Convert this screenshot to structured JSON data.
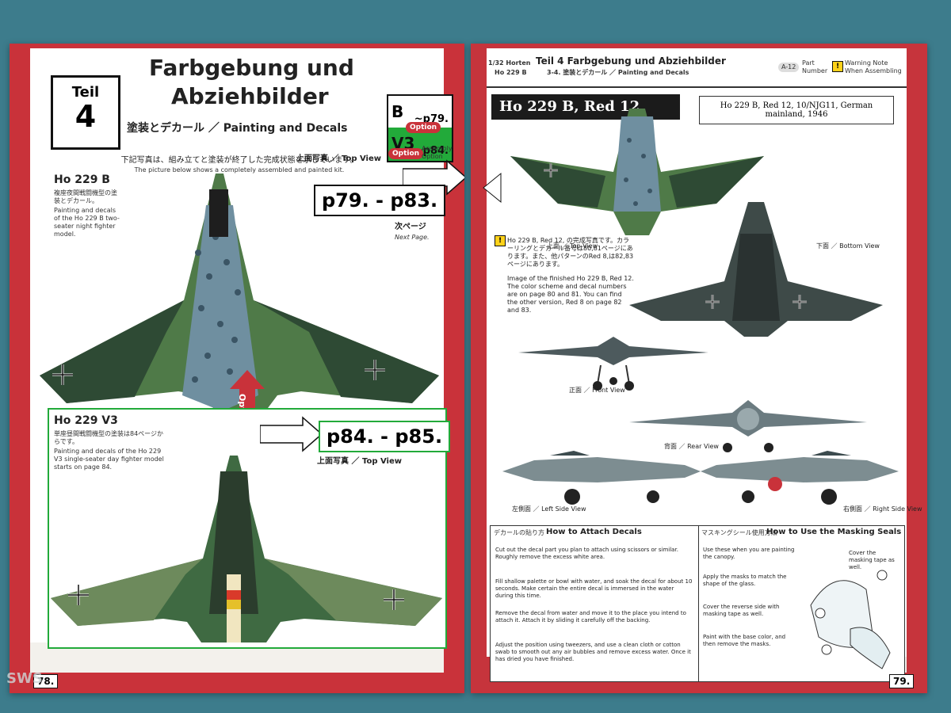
{
  "left_page": {
    "teil_label": "Teil",
    "teil_number": "4",
    "title_line1": "Farbgebung und",
    "title_line2": "Abziehbilder",
    "subtitle": "塗装とデカール ／ Painting and Decals",
    "version_box": {
      "b_label": "B",
      "b_pages": "~p79.",
      "option_label": "Option",
      "v3_label": "V3",
      "v3_pages": "~p84."
    },
    "intro_jp": "下記写真は、組み立てと塗装が終了した完成状態を示しています。",
    "intro_en": "The picture below shows a completely assembled and painted kit.",
    "assembly_option": "Assembly Option",
    "b_section": {
      "title": "Ho 229 B",
      "desc_jp": "複座夜間戦闘機型の塗装とデカール。",
      "desc_en": "Painting and decals of the Ho 229 B two-seater night fighter model.",
      "top_view": "上面写真 ／ Top View",
      "pages": "p79. - p83.",
      "next_page_jp": "次ページ",
      "next_page_en": "Next Page."
    },
    "option_arrow": "Option",
    "v3_section": {
      "title": "Ho 229 V3",
      "desc_jp": "単座昼間戦闘機型の塗装は84ページからです。",
      "desc_en": "Painting and decals of the Ho 229 V3 single-seater day fighter model starts on page 84.",
      "pages": "p84. - p85.",
      "top_view": "上面写真 ／ Top View"
    },
    "page_number": "78."
  },
  "right_page": {
    "scale": "1/32 Horten",
    "model": "Ho 229 B",
    "header_title": "Teil 4  Farbgebung und Abziehbilder",
    "header_sub": "3-4. 塗装とデカール ／ Painting and Decals",
    "part_number_label": "Part Number",
    "warning_label": "Warning Note When Assembling",
    "part_ref": "A-12",
    "banner": "Ho 229 B, Red 12,",
    "caption": "Ho 229 B, Red 12, 10/NJG11, German mainland, 1946",
    "note_jp": "Ho 229 B, Red 12, の完成写真です。カラーリングとデカール番号は80,81ページにあります。また、他パターンのRed 8,は82,83ページにあります。",
    "note_en": "Image of the finished Ho 229 B, Red 12. The color scheme and decal numbers are on page 80 and 81. You can find the other version, Red 8 on page 82 and 83.",
    "views": {
      "top": "上面 ／ Top View",
      "bottom": "下面 ／ Bottom View",
      "front": "正面 ／ Front View",
      "rear": "背面 ／ Rear View",
      "left": "左側面 ／ Left Side View",
      "right": "右側面 ／ Right Side View"
    },
    "decals": {
      "title_jp": "デカールの貼り方",
      "title": "How to Attach Decals",
      "steps": [
        "Cut out the decal part you plan to attach using scissors or similar. Roughly remove the excess white area.",
        "Fill shallow palette or bowl with water, and soak the decal for about 10 seconds. Make certain the entire decal is immersed in the water during this time.",
        "Remove the decal from water and move it to the place you intend to attach it. Attach it by sliding it carefully off the backing.",
        "Adjust the position using tweezers, and use a clean cloth or cotton swab to smooth out any air bubbles and remove excess water. Once it has dried you have finished."
      ]
    },
    "masking": {
      "title_jp": "マスキングシール使用方法",
      "title": "How to Use the Masking Seals",
      "steps": [
        "Use these when you are painting the canopy.",
        "Apply the masks to match the shape of the glass.",
        "Cover the reverse side with masking tape as well.",
        "Paint with the base color, and then remove the masks."
      ],
      "cover_note": "Cover the masking tape as well."
    },
    "page_number": "79."
  },
  "watermark": "SWS",
  "colors": {
    "frame_red": "#c9323a",
    "camo_dark": "#2e4a34",
    "camo_green": "#4f7a48",
    "camo_grey": "#6f8fa0",
    "option_green": "#22aa3a",
    "bg_teal": "#3d7c8c"
  }
}
